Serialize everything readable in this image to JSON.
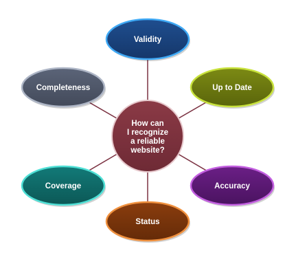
{
  "diagram": {
    "center": {
      "lines": [
        "How can",
        "I recognize",
        "a reliable",
        "website?"
      ],
      "fill": "#8B3A46",
      "border": "#e6c8cc"
    },
    "connector_color": "#7a3040",
    "nodes": [
      {
        "id": "validity",
        "label": "Validity",
        "fill": "#1f4e8f",
        "fill_dark": "#15376a",
        "border": "#3fa9f5"
      },
      {
        "id": "up-to-date",
        "label": "Up to Date",
        "fill": "#7c8a14",
        "fill_dark": "#5a650b",
        "border": "#c8e23c"
      },
      {
        "id": "accuracy",
        "label": "Accuracy",
        "fill": "#6b1f86",
        "fill_dark": "#4a1360",
        "border": "#c35fe0"
      },
      {
        "id": "status",
        "label": "Status",
        "fill": "#8a3d0e",
        "fill_dark": "#652b08",
        "border": "#f0913f"
      },
      {
        "id": "coverage",
        "label": "Coverage",
        "fill": "#127a78",
        "fill_dark": "#0c5856",
        "border": "#4fe0d6"
      },
      {
        "id": "completeness",
        "label": "Completeness",
        "fill": "#5b6478",
        "fill_dark": "#434a5a",
        "border": "#aeb6c6"
      }
    ]
  }
}
